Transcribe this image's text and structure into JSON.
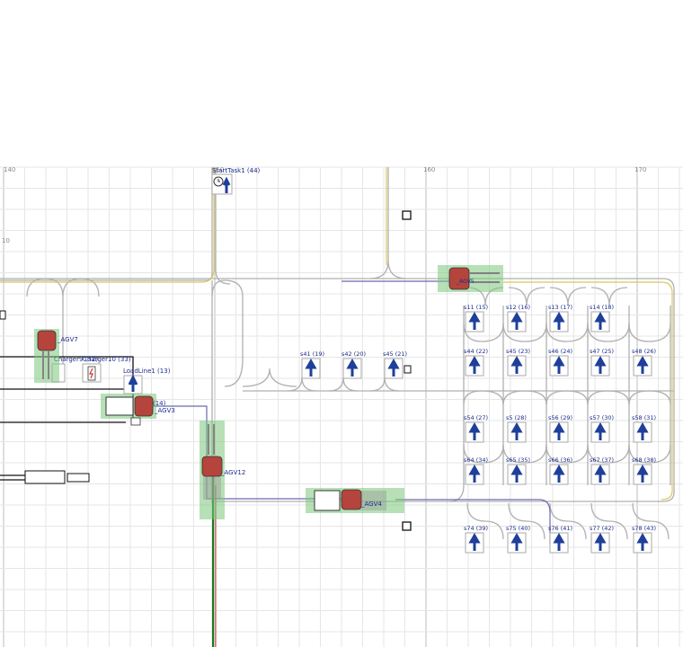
{
  "ruler": {
    "labels": [
      "140",
      "150",
      "160",
      "170",
      "10"
    ]
  },
  "tasks": {
    "start": "StartTask1 (44)",
    "load_line": "LoadLine1 (13)",
    "charger9": "Charger9 (32)",
    "charger10": "Charger10 (33)"
  },
  "agvs": {
    "agv7": "_AGV7",
    "agv3": "_AGV3",
    "agv12": "_AGV12",
    "agv4": "_AGV4",
    "agv_top": "_AGV5",
    "agv3_num": "(14)"
  },
  "stations": {
    "row1": [
      "s11 (15)",
      "s12 (16)",
      "s13 (17)",
      "s14 (18)"
    ],
    "row2a": [
      "s41 (19)",
      "s42 (20)",
      "s45 (21)"
    ],
    "row2b": [
      "s44 (22)",
      "s45 (23)",
      "s46 (24)",
      "s47 (25)",
      "s48 (26)"
    ],
    "row3": [
      "s54 (27)",
      "s5 (28)",
      "s56 (29)",
      "s57 (30)",
      "s58 (31)"
    ],
    "row4": [
      "s64 (34)",
      "s65 (35)",
      "s66 (36)",
      "s67 (37)",
      "s68 (38)"
    ],
    "row5": [
      "s74 (39)",
      "s75 (40)",
      "s76 (41)",
      "s77 (42)",
      "s78 (43)"
    ]
  },
  "colors": {
    "grid": "#e6e6e6",
    "grid_major": "#c8c8c8",
    "path": "#b0b0b0",
    "path_yellow": "#d8c860",
    "path_blue": "#6a6ab0",
    "agv_body": "#b5443c",
    "agv_highlight": "#7bc67b",
    "station_arrow": "#1f3f9a",
    "route_green": "#1a7a1a",
    "route_red": "#cc3333",
    "label": "#1a2b8a"
  }
}
